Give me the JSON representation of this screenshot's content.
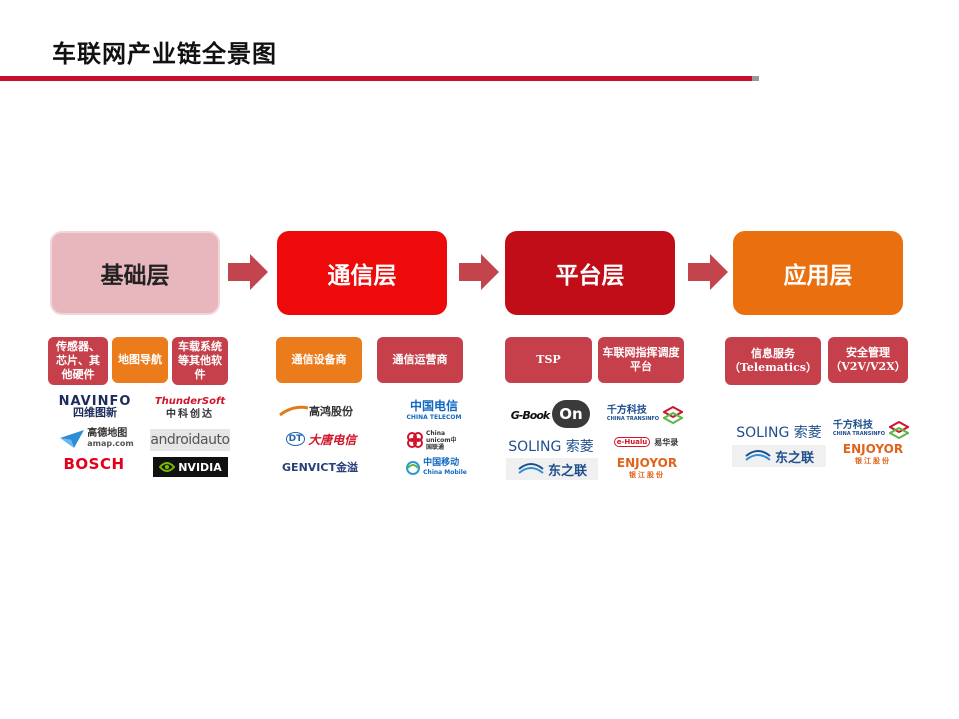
{
  "title": "车联网产业链全景图",
  "layers": {
    "base": "基础层",
    "comm": "通信层",
    "platform": "平台层",
    "app": "应用层"
  },
  "subs": {
    "sensor": "传感器、芯片、其他硬件",
    "map": "地图导航",
    "os": "车载系统等其他软件",
    "equip": "通信设备商",
    "operator": "通信运营商",
    "tsp": "TSP",
    "dispatch": "车联网指挥调度平台",
    "info": "信息服务（Telematics）",
    "safety": "安全管理（V2V/V2X）"
  },
  "logos": {
    "navinfo": "NAVINFO",
    "navinfo_cn": "四维图新",
    "thundersoft": "ThunderSoft",
    "thundersoft_cn": "中科创达",
    "amap": "高德地图",
    "amap_en": "amap.com",
    "android": "androidauto",
    "bosch": "BOSCH",
    "nvidia": "NVIDIA",
    "gaohong": "高鸿股份",
    "datang": "大唐电信",
    "genvict": "GENVICT金溢",
    "telecom": "中国电信",
    "telecom_en": "CHINA TELECOM",
    "unicom": "China unicom中国联通",
    "mobile": "中国移动",
    "mobile_en": "China Mobile",
    "gbook": "G-Book",
    "onstar": "On",
    "transinfo": "千方科技",
    "transinfo_en": "CHINA TRANSINFO",
    "soling": "SOLING 索菱",
    "ehualu": "易华录",
    "united": "东之联",
    "enjoyor": "ENJOYOR",
    "enjoyor_cn": "银江股份"
  }
}
